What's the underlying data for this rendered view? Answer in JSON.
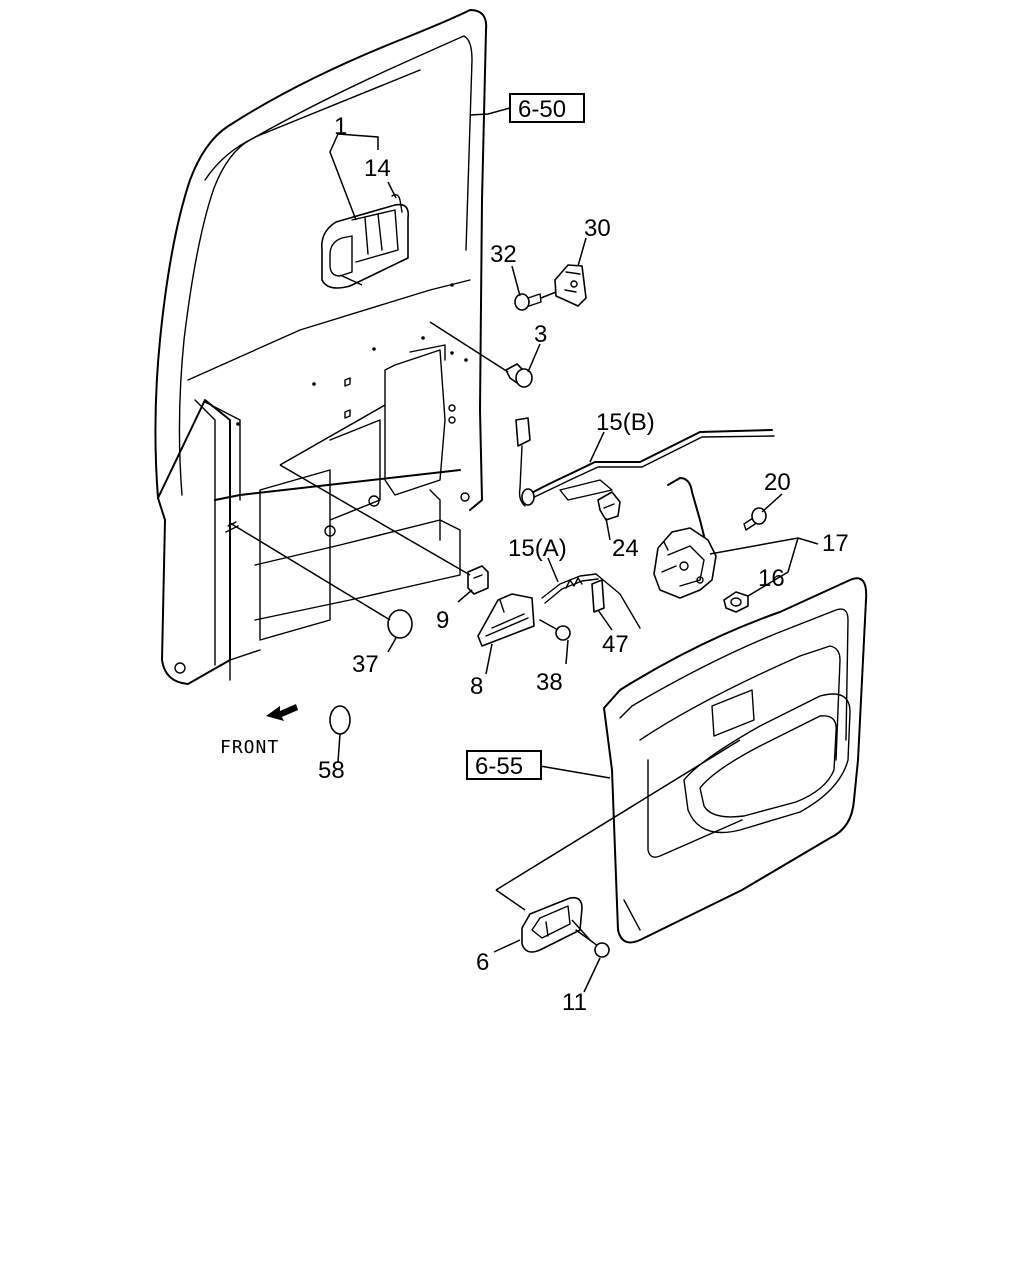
{
  "callouts": {
    "c1": "1",
    "c14": "14",
    "c30": "30",
    "c32": "32",
    "c3": "3",
    "c15b": "15(B)",
    "c20": "20",
    "c17": "17",
    "c16": "16",
    "c24": "24",
    "c15a": "15(A)",
    "c9": "9",
    "c47": "47",
    "c37": "37",
    "c8": "8",
    "c38": "38",
    "c58": "58",
    "c6": "6",
    "c11": "11"
  },
  "refs": {
    "ref_6_50": "6-50",
    "ref_6_55": "6-55"
  },
  "direction": {
    "front_label": "FRONT"
  }
}
